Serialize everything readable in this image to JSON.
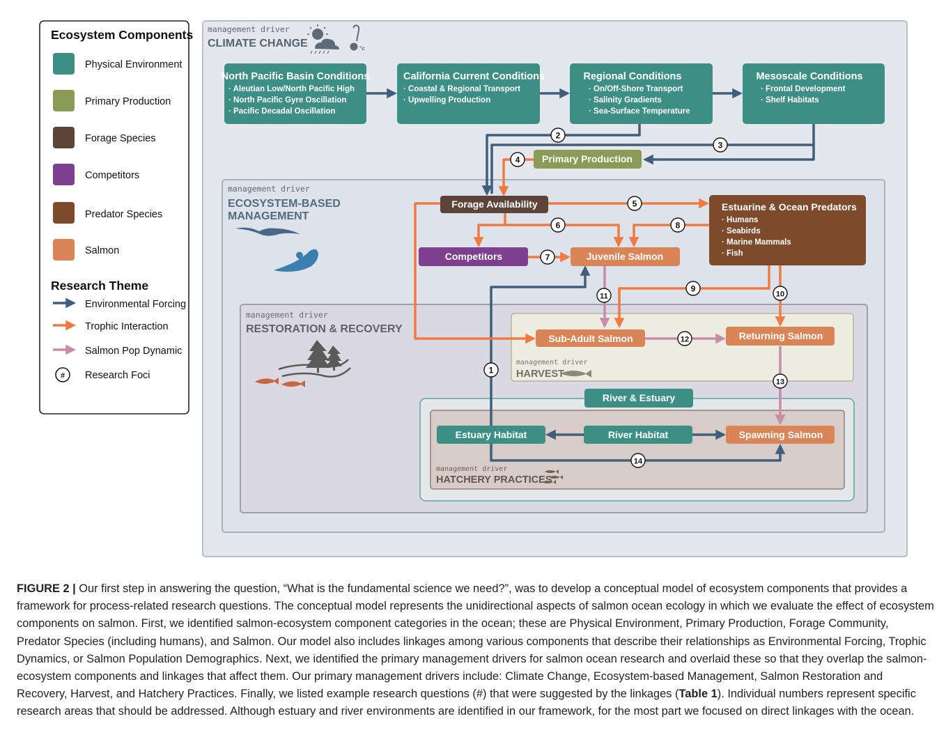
{
  "legend": {
    "components_title": "Ecosystem Components",
    "components": [
      {
        "label": "Physical Environment",
        "color": "#3d8f86"
      },
      {
        "label": "Primary Production",
        "color": "#8a9b55"
      },
      {
        "label": "Forage Species",
        "color": "#5c4438"
      },
      {
        "label": "Competitors",
        "color": "#7d3f8e"
      },
      {
        "label": "Predator Species",
        "color": "#7e4a2c"
      },
      {
        "label": "Salmon",
        "color": "#d98558"
      }
    ],
    "theme_title": "Research Theme",
    "themes": [
      {
        "label": "Environmental Forcing",
        "color": "#3e5e7c"
      },
      {
        "label": "Trophic Interaction",
        "color": "#f07a42"
      },
      {
        "label": "Salmon Pop Dynamic",
        "color": "#c88ba8"
      }
    ],
    "foci_symbol": "#",
    "foci_label": "Research Foci"
  },
  "drivers": {
    "prefix": "management driver",
    "climate": "CLIMATE CHANGE",
    "ecosystem_line1": "ECOSYSTEM-BASED",
    "ecosystem_line2": "MANAGEMENT",
    "restoration": "RESTORATION & RECOVERY",
    "harvest": "HARVEST",
    "hatchery": "HATCHERY PRACTICES"
  },
  "nodes": {
    "north_pacific": {
      "title": "North Pacific Basin Conditions",
      "items": [
        "· Aleutian Low/North Pacific High",
        "· North Pacific Gyre Oscillation",
        "· Pacific Decadal Oscillation"
      ]
    },
    "california_current": {
      "title": "California Current Conditions",
      "items": [
        "· Coastal & Regional Transport",
        "· Upwelling Production"
      ]
    },
    "regional": {
      "title": "Regional Conditions",
      "items": [
        "· On/Off-Shore Transport",
        "· Salinity Gradients",
        "· Sea-Surface Temperature"
      ]
    },
    "mesoscale": {
      "title": "Mesoscale Conditions",
      "items": [
        "· Frontal Development",
        "· Shelf Habitats"
      ]
    },
    "primary_production": "Primary Production",
    "forage": "Forage Availability",
    "predators": {
      "title": "Estuarine & Ocean Predators",
      "items": [
        "· Humans",
        "· Seabirds",
        "· Marine Mammals",
        "· Fish"
      ]
    },
    "competitors": "Competitors",
    "juvenile": "Juvenile Salmon",
    "subadult": "Sub-Adult Salmon",
    "returning": "Returning Salmon",
    "river_estuary": "River & Estuary",
    "estuary_habitat": "Estuary Habitat",
    "river_habitat": "River Habitat",
    "spawning": "Spawning Salmon"
  },
  "foci": [
    "1",
    "2",
    "3",
    "4",
    "5",
    "6",
    "7",
    "8",
    "9",
    "10",
    "11",
    "12",
    "13",
    "14"
  ],
  "icons": [
    "sun-cloud-icon",
    "thermometer-icon",
    "seabird-icon",
    "wave-icon",
    "trees-river-icon",
    "fish-icon",
    "fish-school-icon"
  ],
  "caption": {
    "label": "FIGURE 2 |",
    "text_before": " Our first step in answering the question, “What is the fundamental science we need?”, was to develop a conceptual model of ecosystem components that provides a framework for process-related research questions. The conceptual model represents the unidirectional aspects of salmon ocean ecology in which we evaluate the effect of ecosystem components on salmon. First, we identified salmon-ecosystem component categories in the ocean; these are Physical Environment, Primary Production, Forage Community, Predator Species (including humans), and Salmon. Our model also includes linkages among various components that describe their relationships as Environmental Forcing, Trophic Dynamics, or Salmon Population Demographics. Next, we identified the primary management drivers for salmon ocean research and overlaid these so that they overlap the salmon-ecosystem components and linkages that affect them. Our primary management drivers include: Climate Change, Ecosystem-based Management, Salmon Restoration and Recovery, Harvest, and Hatchery Practices. Finally, we listed example research questions (#) that were suggested by the linkages (",
    "table_ref": "Table 1",
    "text_after": "). Individual numbers represent specific research areas that should be addressed. Although estuary and river environments are identified in our framework, for the most part we focused on direct linkages with the ocean."
  }
}
